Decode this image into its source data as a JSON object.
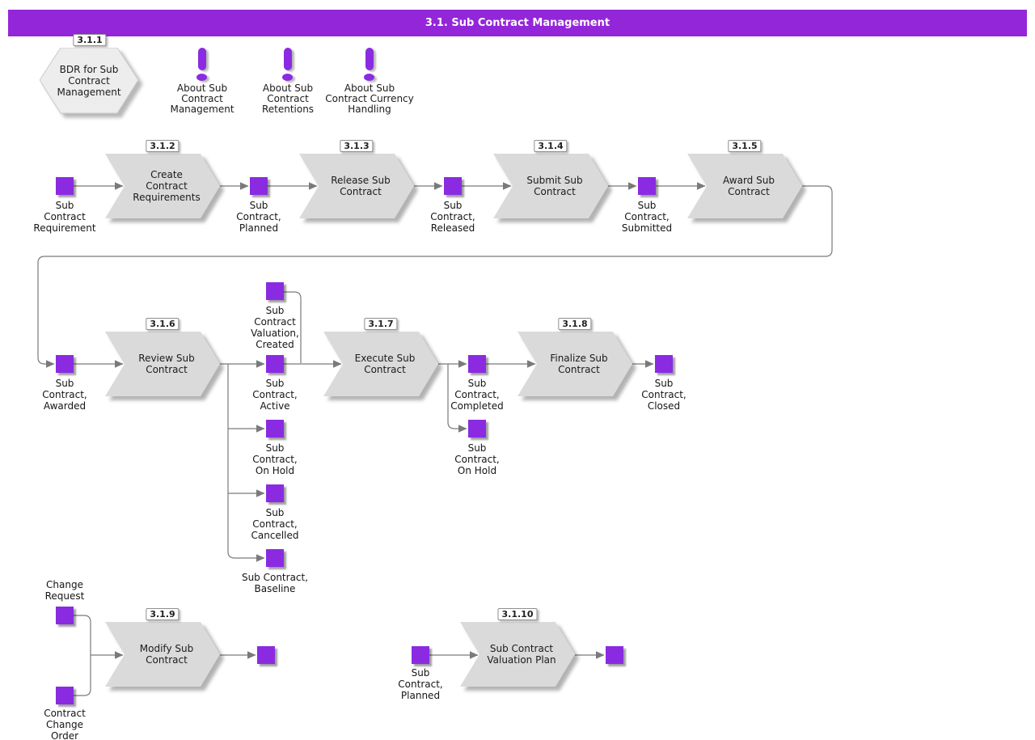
{
  "header": {
    "title": "3.1. Sub Contract Management"
  },
  "colors": {
    "header_bg": "#9326d9",
    "state_fill": "#8a2be2",
    "shape_fill": "#dadada",
    "hex_fill": "#ededed",
    "line": "#7a7a7a"
  },
  "hexagon": {
    "badge": "3.1.1",
    "label": "BDR for Sub\nContract\nManagement"
  },
  "notes": {
    "management": {
      "label": "About Sub\nContract\nManagement"
    },
    "retentions": {
      "label": "About Sub\nContract\nRetentions"
    },
    "currency": {
      "label": "About Sub\nContract Currency\nHandling"
    }
  },
  "processes": {
    "create_contract_requirements": {
      "badge": "3.1.2",
      "label": "Create\nContract\nRequirements"
    },
    "release_sub_contract": {
      "badge": "3.1.3",
      "label": "Release Sub\nContract"
    },
    "submit_sub_contract": {
      "badge": "3.1.4",
      "label": "Submit Sub\nContract"
    },
    "award_sub_contract": {
      "badge": "3.1.5",
      "label": "Award Sub\nContract"
    },
    "review_sub_contract": {
      "badge": "3.1.6",
      "label": "Review Sub\nContract"
    },
    "execute_sub_contract": {
      "badge": "3.1.7",
      "label": "Execute Sub\nContract"
    },
    "finalize_sub_contract": {
      "badge": "3.1.8",
      "label": "Finalize Sub\nContract"
    },
    "modify_sub_contract": {
      "badge": "3.1.9",
      "label": "Modify Sub\nContract"
    },
    "sub_contract_valuation_plan": {
      "badge": "3.1.10",
      "label": "Sub Contract\nValuation Plan"
    }
  },
  "states": {
    "requirement": {
      "label": "Sub\nContract\nRequirement"
    },
    "planned": {
      "label": "Sub\nContract,\nPlanned"
    },
    "released": {
      "label": "Sub\nContract,\nReleased"
    },
    "submitted": {
      "label": "Sub\nContract,\nSubmitted"
    },
    "awarded": {
      "label": "Sub\nContract,\nAwarded"
    },
    "valuation_created": {
      "label": "Sub\nContract\nValuation,\nCreated"
    },
    "active": {
      "label": "Sub\nContract,\nActive"
    },
    "on_hold_review": {
      "label": "Sub\nContract,\nOn Hold"
    },
    "cancelled": {
      "label": "Sub\nContract,\nCancelled"
    },
    "baseline": {
      "label": "Sub Contract,\nBaseline"
    },
    "completed": {
      "label": "Sub\nContract,\nCompleted"
    },
    "on_hold_execute": {
      "label": "Sub\nContract,\nOn Hold"
    },
    "closed": {
      "label": "Sub\nContract,\nClosed"
    },
    "change_request": {
      "label": "Change\nRequest"
    },
    "contract_change_order": {
      "label": "Contract\nChange\nOrder"
    },
    "planned_valuation": {
      "label": "Sub\nContract,\nPlanned"
    }
  }
}
